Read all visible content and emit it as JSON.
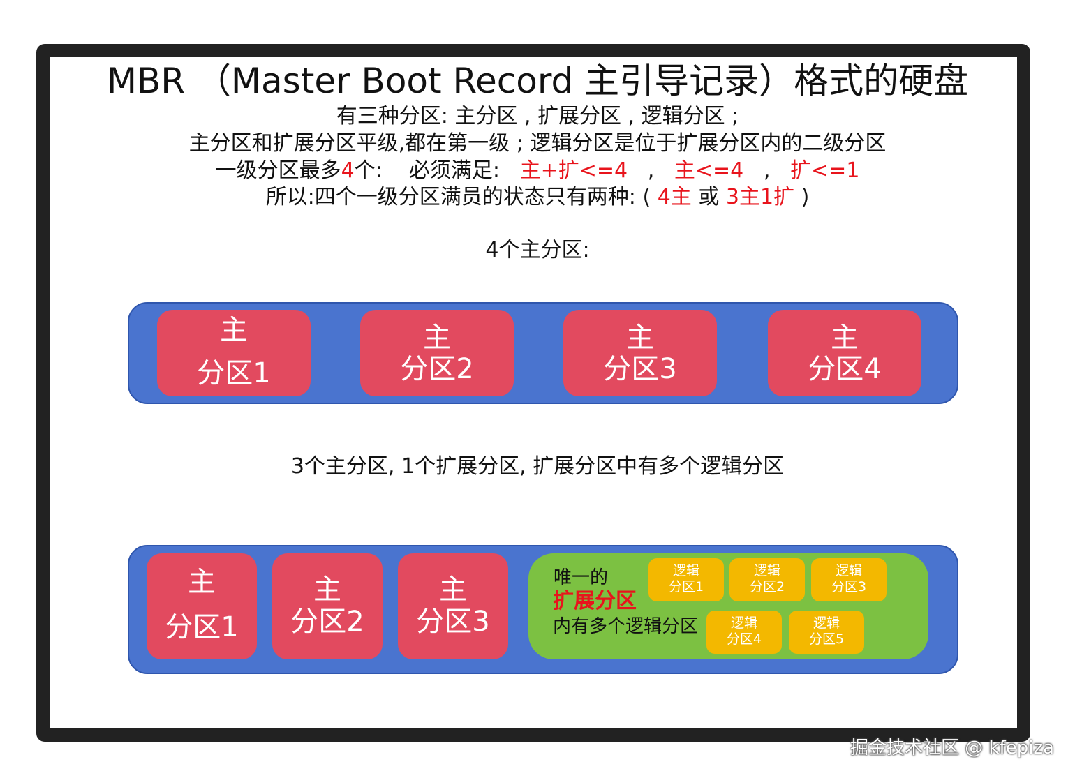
{
  "title": "MBR （Master Boot Record 主引导记录）格式的硬盘",
  "intro": {
    "line1": "有三种分区: 主分区 , 扩展分区 , 逻辑分区 ;",
    "line2": "主分区和扩展分区平级,都在第一级 ;    逻辑分区是位于扩展分区内的二级分区",
    "line3": {
      "a": "一级分区最多",
      "b": "4",
      "c": "个:    必须满足:   ",
      "d": "主+扩<=4",
      "e": "   ,   ",
      "f": "主<=4",
      "g": "   ,   ",
      "h": "扩<=1"
    },
    "line4": {
      "a": "所以:四个一级分区满员的状态只有两种: ( ",
      "b": "4主",
      "c": " 或 ",
      "d": "3主1扩",
      "e": " )"
    }
  },
  "section1": {
    "heading": "4个主分区:",
    "partitions": [
      {
        "top": "主",
        "bottom": "分区1"
      },
      {
        "top": "主",
        "bottom": "分区2"
      },
      {
        "top": "主",
        "bottom": "分区3"
      },
      {
        "top": "主",
        "bottom": "分区4"
      }
    ]
  },
  "section2": {
    "heading": "3个主分区, 1个扩展分区, 扩展分区中有多个逻辑分区",
    "partitions": [
      {
        "top": "主",
        "bottom": "分区1"
      },
      {
        "top": "主",
        "bottom": "分区2"
      },
      {
        "top": "主",
        "bottom": "分区3"
      }
    ],
    "extended": {
      "line1": "唯一的",
      "line2": "扩展分区",
      "line3": "内有多个逻辑分区"
    },
    "logical": [
      {
        "top": "逻辑",
        "bottom": "分区1"
      },
      {
        "top": "逻辑",
        "bottom": "分区2"
      },
      {
        "top": "逻辑",
        "bottom": "分区3"
      },
      {
        "top": "逻辑",
        "bottom": "分区4"
      },
      {
        "top": "逻辑",
        "bottom": "分区5"
      }
    ]
  },
  "watermark": "掘金技术社区 @ kfepiza",
  "colors": {
    "primary_partition": "#e24a5f",
    "disk_bar": "#4a74cf",
    "extended_partition": "#7cc142",
    "logical_partition": "#f3b800",
    "highlight_text": "#e8141c"
  }
}
